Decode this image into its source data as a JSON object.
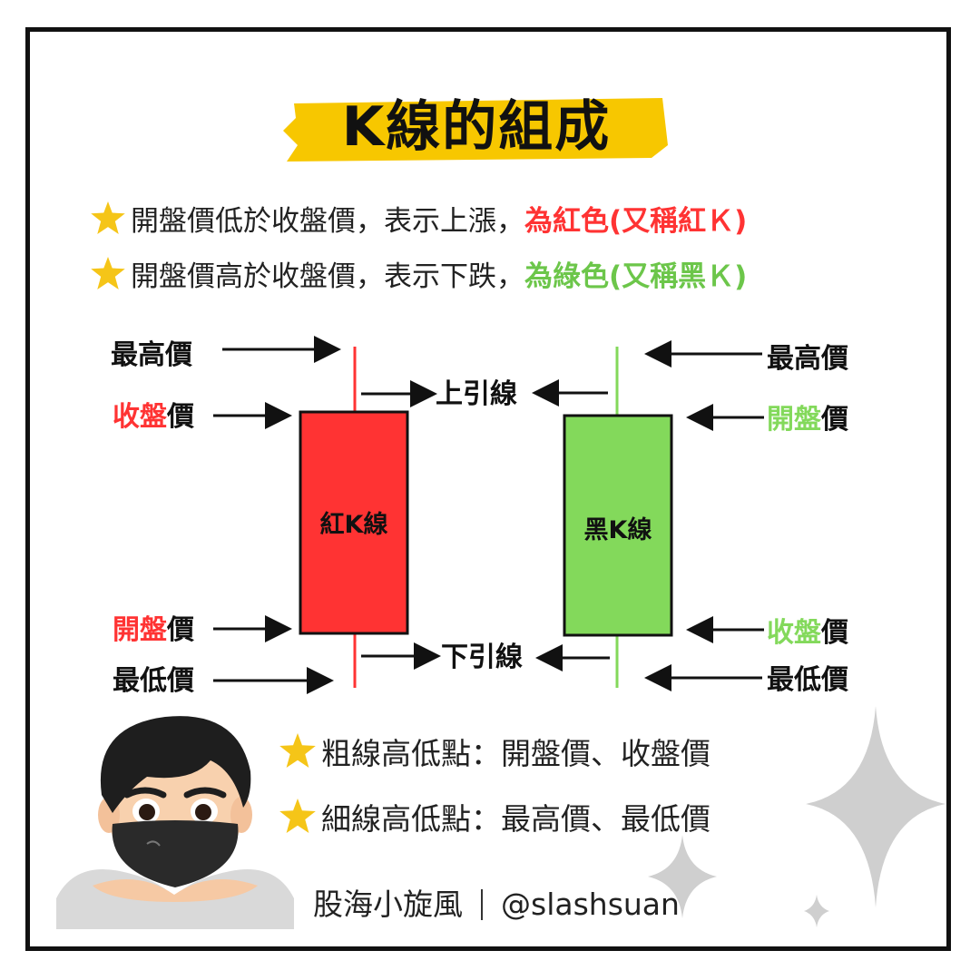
{
  "title": "K線的組成",
  "colors": {
    "red": "#FF3333",
    "green": "#83D95B",
    "brush_yellow": "#F7C700",
    "star": "#F5C518",
    "text": "#111111"
  },
  "rules": [
    {
      "icon": "star-icon",
      "text": "開盤價低於收盤價，表示上漲，",
      "highlight": "為紅色(又稱紅Ｋ)",
      "color": "red"
    },
    {
      "icon": "star-icon",
      "text": "開盤價高於收盤價，表示下跌，",
      "highlight": "為綠色(又稱黑Ｋ)",
      "color": "green"
    }
  ],
  "red_candle": {
    "name": "紅K線",
    "high_label": "最高價",
    "close_label_colored": "收盤",
    "close_label_suffix": "價",
    "open_label_colored": "開盤",
    "open_label_suffix": "價",
    "low_label": "最低價"
  },
  "green_candle": {
    "name": "黑K線",
    "high_label": "最高價",
    "open_label_colored": "開盤",
    "open_label_suffix": "價",
    "close_label_colored": "收盤",
    "close_label_suffix": "價",
    "low_label": "最低價"
  },
  "shadows": {
    "upper": "上引線",
    "lower": "下引線"
  },
  "notes": [
    {
      "icon": "star-icon",
      "text": "粗線高低點：開盤價、收盤價"
    },
    {
      "icon": "star-icon",
      "text": "細線高低點：最高價、最低價"
    }
  ],
  "footer": {
    "author": "股海小旋風",
    "handle": "@slashsuan"
  }
}
